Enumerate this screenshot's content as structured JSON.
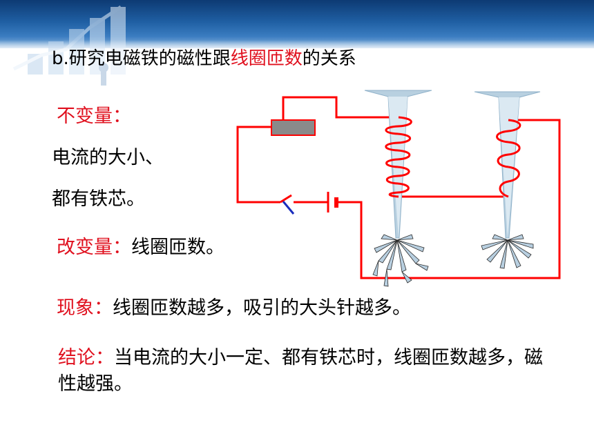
{
  "title": {
    "prefix": "b.研究电磁铁的磁性跟",
    "highlight": "线圈匝数",
    "suffix": "的关系"
  },
  "controlled_variables": {
    "label": "不变量：",
    "line1": "电流的大小、",
    "line2": "都有铁芯。"
  },
  "independent_variable": {
    "label": "改变量：",
    "value": "线圈匝数。"
  },
  "phenomenon": {
    "label": "现象：",
    "value": "线圈匝数越多，吸引的大头针越多。"
  },
  "conclusion": {
    "label": "结论：",
    "value": "当电流的大小一定、都有铁芯时，线圈匝数越多，磁性越强。"
  },
  "colors": {
    "accent_red": "#e0101e",
    "banner_blue": "#1f5fa3",
    "wire_red": "#ff0000",
    "nail_steel": "#b8d0e0"
  }
}
